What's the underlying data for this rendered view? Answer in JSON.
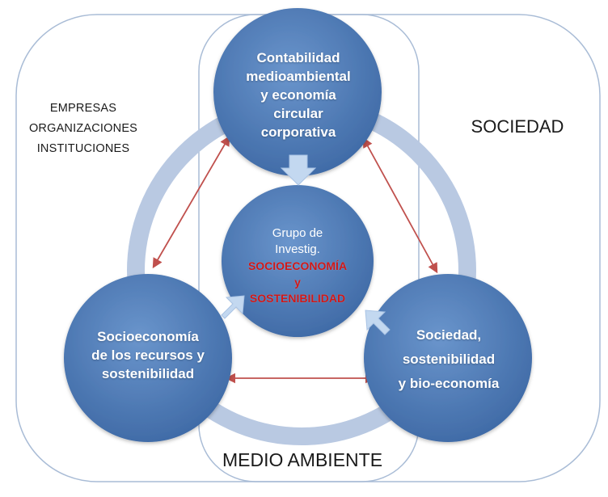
{
  "organizations": {
    "line1": "EMPRESAS",
    "line2": "ORGANIZACIONES",
    "line3": "INSTITUCIONES"
  },
  "society_label": "SOCIEDAD",
  "environment_label": "MEDIO AMBIENTE",
  "top_circle": {
    "line1": "Contabilidad",
    "line2": "medioambiental",
    "line3": "y economía",
    "line4": "circular",
    "line5": "corporativa"
  },
  "left_circle": {
    "line1": "Socioeconomía",
    "line2": "de los recursos y",
    "line3": "sostenibilidad"
  },
  "right_circle": {
    "line1": "Sociedad,",
    "line2": "sostenibilidad",
    "line3": "y bio-economía"
  },
  "center_circle": {
    "line1": "Grupo de",
    "line2": "Investig.",
    "line3": "SOCIOECONOMÍA",
    "line4": "y",
    "line5": "SOSTENIBILIDAD"
  },
  "colors": {
    "circle_fill": "#4f7dba",
    "ring": "#b9c9e2",
    "arrow_red": "#c0504d",
    "block_arrow": "#c3d8f0",
    "outline": "#a9bcd6",
    "highlight_red": "#d01818"
  }
}
